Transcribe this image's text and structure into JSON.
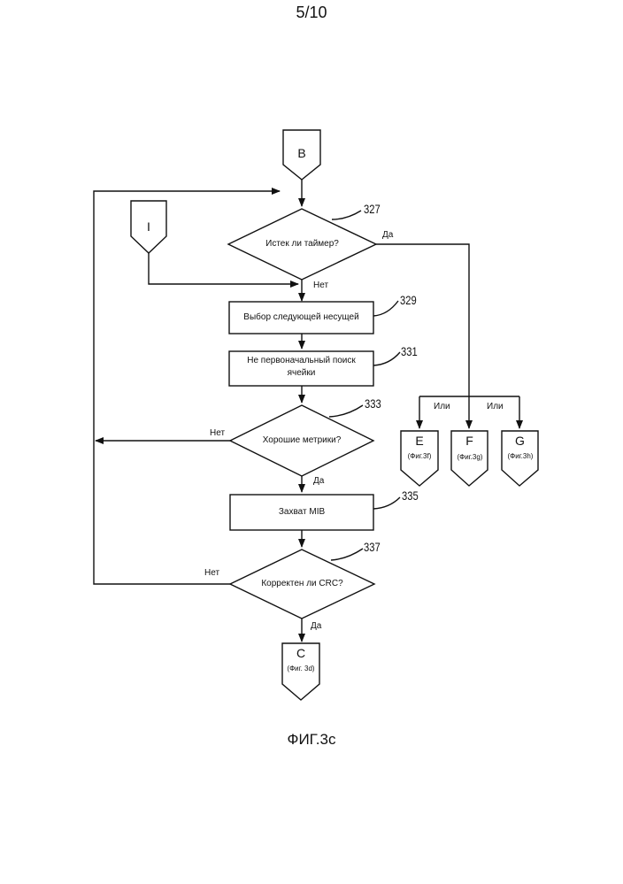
{
  "page_number": "5/10",
  "figure_caption": "ФИГ.3с",
  "connectors": {
    "b": "B",
    "i": "I",
    "e": "E",
    "e_ref": "(Фиг.3f)",
    "f": "F",
    "f_ref": "(Фиг.3g)",
    "g": "G",
    "g_ref": "(Фиг.3h)",
    "c": "C",
    "c_ref": "(Фиг. 3d)"
  },
  "nodes": {
    "d327": {
      "id": "327",
      "text": "Истек ли таймер?"
    },
    "b329": {
      "id": "329",
      "text": "Выбор следующей несущей"
    },
    "b331": {
      "id": "331",
      "line1": "Не первоначальный поиск",
      "line2": "ячейки"
    },
    "d333": {
      "id": "333",
      "text": "Хорошие метрики?"
    },
    "b335": {
      "id": "335",
      "text": "Захват MIB"
    },
    "d337": {
      "id": "337",
      "text": "Корректен ли CRC?"
    }
  },
  "edge_labels": {
    "yes_327": "Да",
    "no_327": "Нет",
    "no_333": "Нет",
    "yes_333": "Да",
    "no_337": "Нет",
    "yes_337": "Да",
    "or_1": "Или",
    "or_2": "Или"
  }
}
